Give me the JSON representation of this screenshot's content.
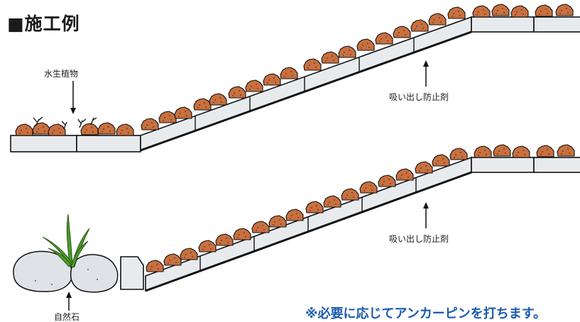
{
  "title": "■施工例",
  "labels": {
    "aquatic_plants": "水生植物",
    "anti_suction_top": "吸い出し防止剤",
    "anti_suction_bottom": "吸い出し防止剤",
    "natural_stone": "自然石"
  },
  "note": "※必要に応じてアンカーピンを打ちます。",
  "colors": {
    "block_fill": "#e8ebee",
    "outline": "#111111",
    "rock_fill": "#c8703f",
    "stone_fill": "#dfe3e8",
    "grass": "#4e9a2a",
    "note_text": "#1a5bb0"
  }
}
